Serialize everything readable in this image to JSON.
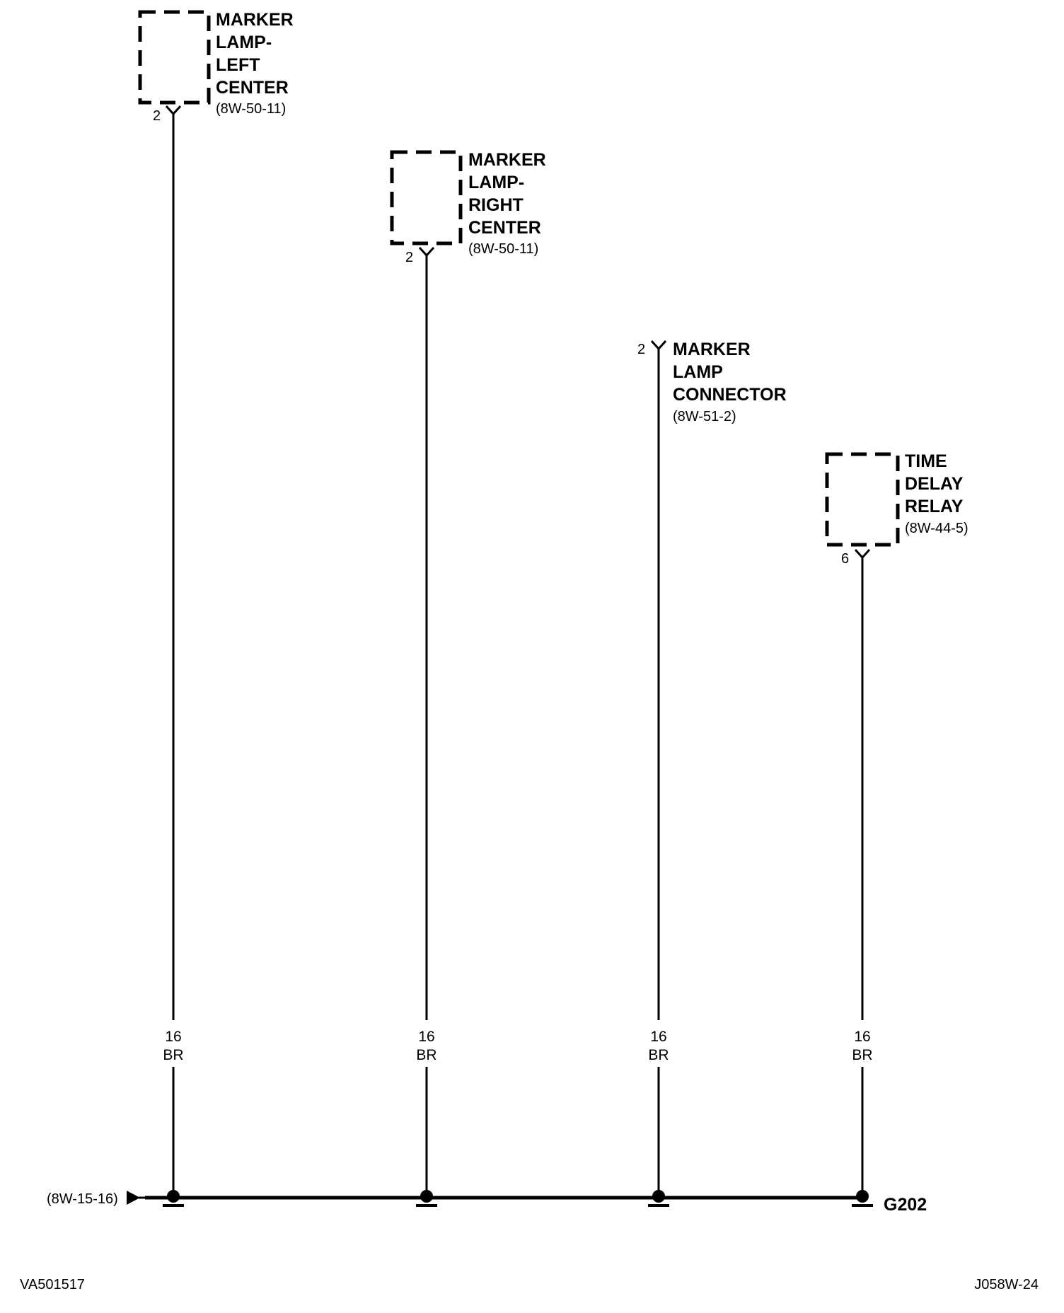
{
  "components": {
    "left_center": {
      "label_lines": [
        "MARKER",
        "LAMP-",
        "LEFT",
        "CENTER"
      ],
      "ref": "(8W-50-11)",
      "pin": "2"
    },
    "right_center": {
      "label_lines": [
        "MARKER",
        "LAMP-",
        "RIGHT",
        "CENTER"
      ],
      "ref": "(8W-50-11)",
      "pin": "2"
    },
    "marker_connector": {
      "label_lines": [
        "MARKER",
        "LAMP",
        "CONNECTOR"
      ],
      "ref": "(8W-51-2)",
      "pin": "2"
    },
    "time_delay_relay": {
      "label_lines": [
        "TIME",
        "DELAY",
        "RELAY"
      ],
      "ref": "(8W-44-5)",
      "pin": "6"
    }
  },
  "wires": [
    {
      "gauge": "16",
      "color": "BR"
    },
    {
      "gauge": "16",
      "color": "BR"
    },
    {
      "gauge": "16",
      "color": "BR"
    },
    {
      "gauge": "16",
      "color": "BR"
    }
  ],
  "ground": {
    "name": "G202",
    "source_ref": "(8W-15-16)"
  },
  "footer": {
    "left_code": "VA501517",
    "right_code": "J058W-24"
  }
}
